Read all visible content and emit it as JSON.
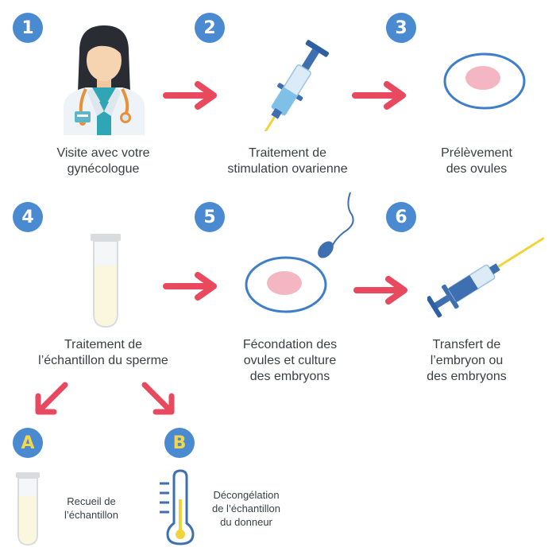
{
  "steps": [
    {
      "number": "1",
      "label": "Visite avec votre\ngynécologue"
    },
    {
      "number": "2",
      "label": "Traitement de\nstimulation ovarienne"
    },
    {
      "number": "3",
      "label": "Prélèvement\ndes ovules"
    },
    {
      "number": "4",
      "label": "Traitement de\nl’échantillon du sperme"
    },
    {
      "number": "5",
      "label": "Fécondation des\novules et culture\ndes embryons"
    },
    {
      "number": "6",
      "label": "Transfert de\nl’embryon ou\ndes embryons"
    }
  ],
  "options": [
    {
      "letter": "A",
      "label": "Recueil de\nl’échantillon"
    },
    {
      "letter": "B",
      "label": "Décongélation\nde l’échantillon\ndu donneur"
    }
  ],
  "colors": {
    "badge": "#4a8ad0",
    "arrow": "#e8495f",
    "cell_outline": "#3f7ec8",
    "cell_nucleus": "#f4b6c2",
    "letter": "#f5d54a"
  },
  "icons": [
    "doctor-icon",
    "syringe-icon",
    "egg-cell-icon",
    "test-tube-icon",
    "sperm-icon",
    "catheter-icon",
    "thermometer-icon",
    "arrow-icon"
  ]
}
